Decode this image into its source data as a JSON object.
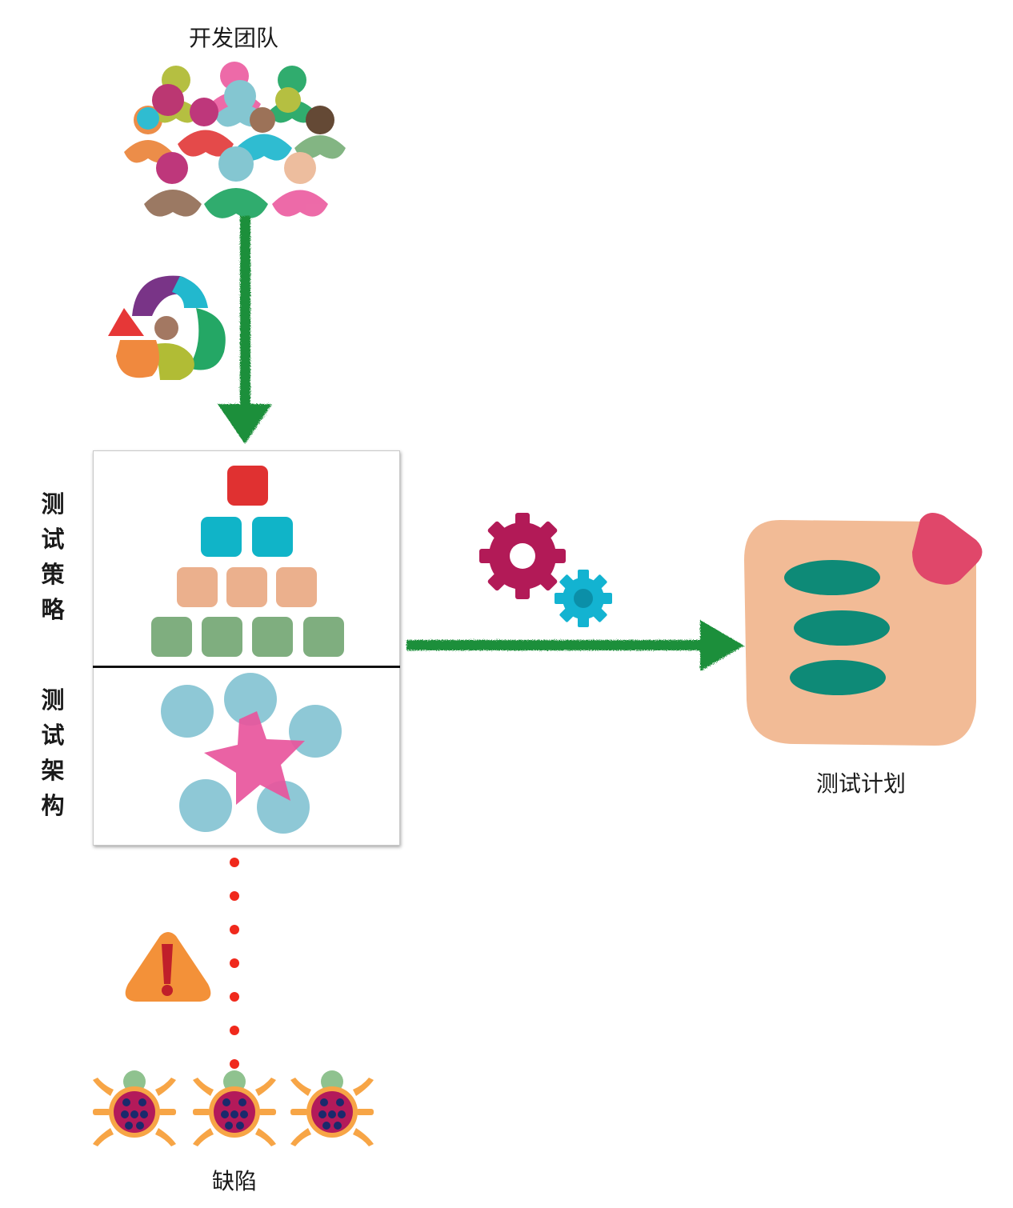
{
  "labels": {
    "dev_team": "开发团队",
    "test_strategy": [
      "测",
      "试",
      "策",
      "略"
    ],
    "test_architecture": [
      "测",
      "试",
      "架",
      "构"
    ],
    "test_plan": "测试计划",
    "defects": "缺陷"
  },
  "colors": {
    "arrow_green": "#1e8f3a",
    "dot_red": "#f0291c",
    "pyramid": [
      "#e03131",
      "#10b4c8",
      "#ebb08d",
      "#7fae7f"
    ],
    "star": "#e8559c",
    "petals": "#8ec8d6",
    "doc": "#f2bb96",
    "doc_corner": "#e0476a",
    "doc_lines": "#0e8a77",
    "gear_big": "#b21a57",
    "gear_small": "#13b3d1",
    "warning": "#f39139",
    "bug_body": "#b31a5a",
    "bug_legs": "#f7a546"
  },
  "icons": {
    "team": "people-group-icon",
    "cycle": "collaboration-cycle-icon",
    "gears": "gears-icon",
    "plan": "document-icon",
    "warning": "warning-icon",
    "bug": "bug-icon"
  }
}
